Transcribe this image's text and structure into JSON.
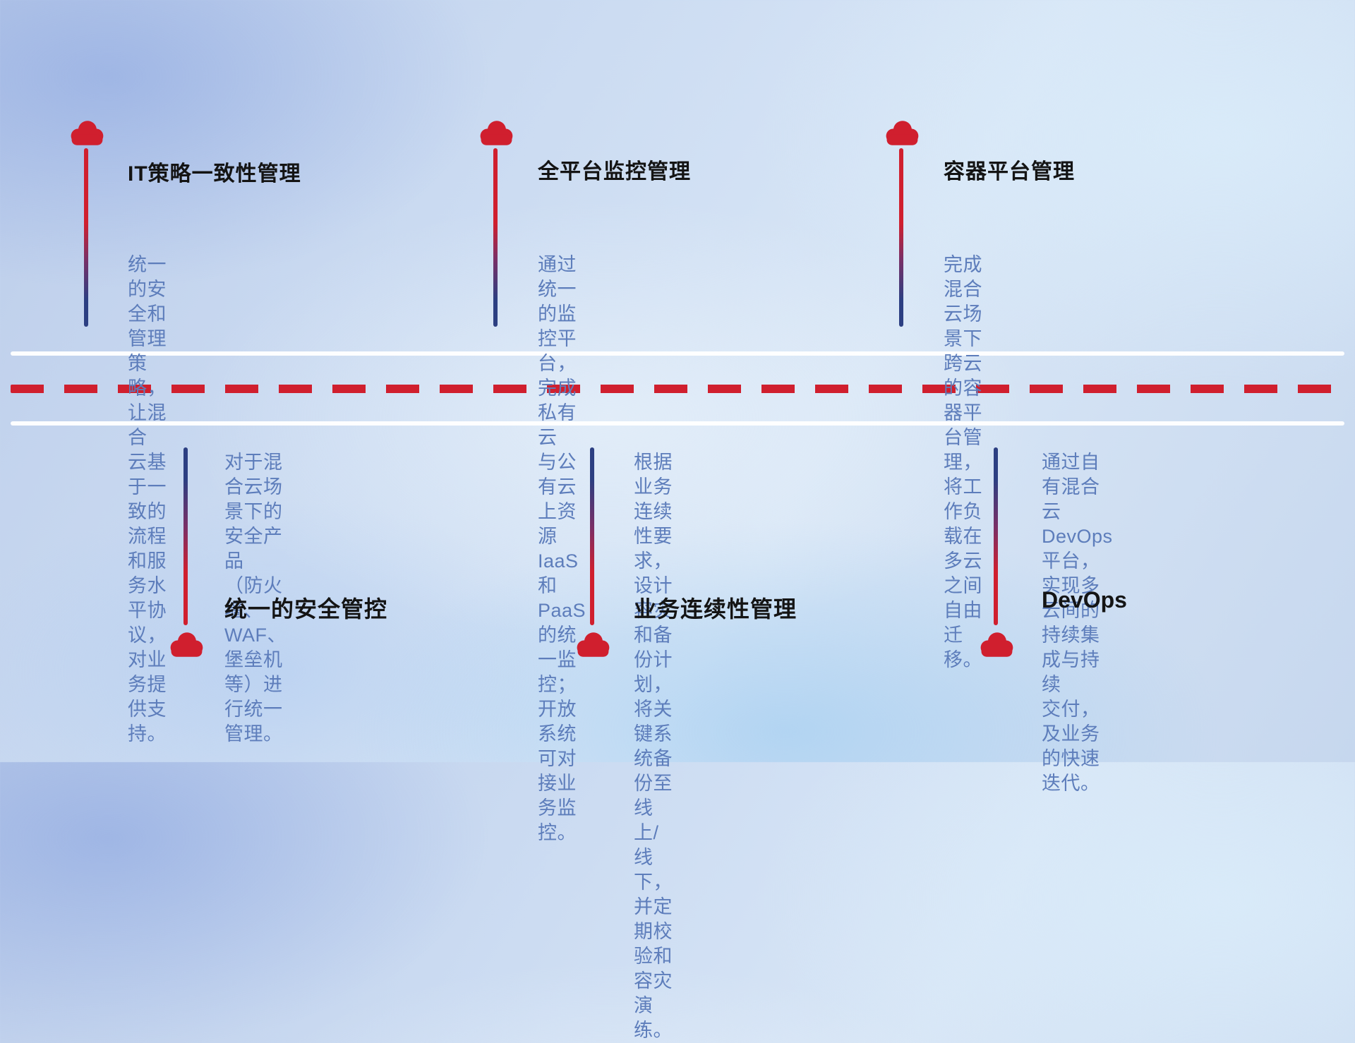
{
  "colors": {
    "red": "#d01f2e",
    "navy": "#2c3f82",
    "desc": "#5d7dbb",
    "title": "#141414"
  },
  "road": {
    "style": "two white solid lines with red dashed center line"
  },
  "top_items": [
    {
      "title": "IT策略一致性管理",
      "desc": "统一的安全和管理策略，让混合\n云基于一致的流程和服务水平协\n议，对业务提供支持。",
      "icon": "cloud-icon"
    },
    {
      "title": "全平台监控管理",
      "desc": "通过统一的监控平台，完成私有云\n与公有云上资源IaaS和PaaS的统\n一监控；开放系统可对接业务监控。",
      "icon": "cloud-icon"
    },
    {
      "title": "容器平台管理",
      "desc": "完成混合云场景下跨云的容器平\n台管理，将工作负载在多云之间\n自由迁移。",
      "icon": "cloud-icon"
    }
  ],
  "bottom_items": [
    {
      "title": "统一的安全管控",
      "desc": "对于混合云场景下的安全产品\n（防火墙、WAF、堡垒机等）进\n行统一管理。",
      "icon": "cloud-icon"
    },
    {
      "title": "业务连续性管理",
      "desc": "根据业务连续性要求，设计容灾\n和备份计划，将关键系统备份至\n线上/线下，并定期校验和容灾\n演练。",
      "icon": "cloud-icon"
    },
    {
      "title": "DevOps",
      "desc": "通过自有混合云DevOps平台，\n实现多云间的持续集成与持续\n交付，及业务的快速迭代。",
      "icon": "cloud-icon"
    }
  ]
}
